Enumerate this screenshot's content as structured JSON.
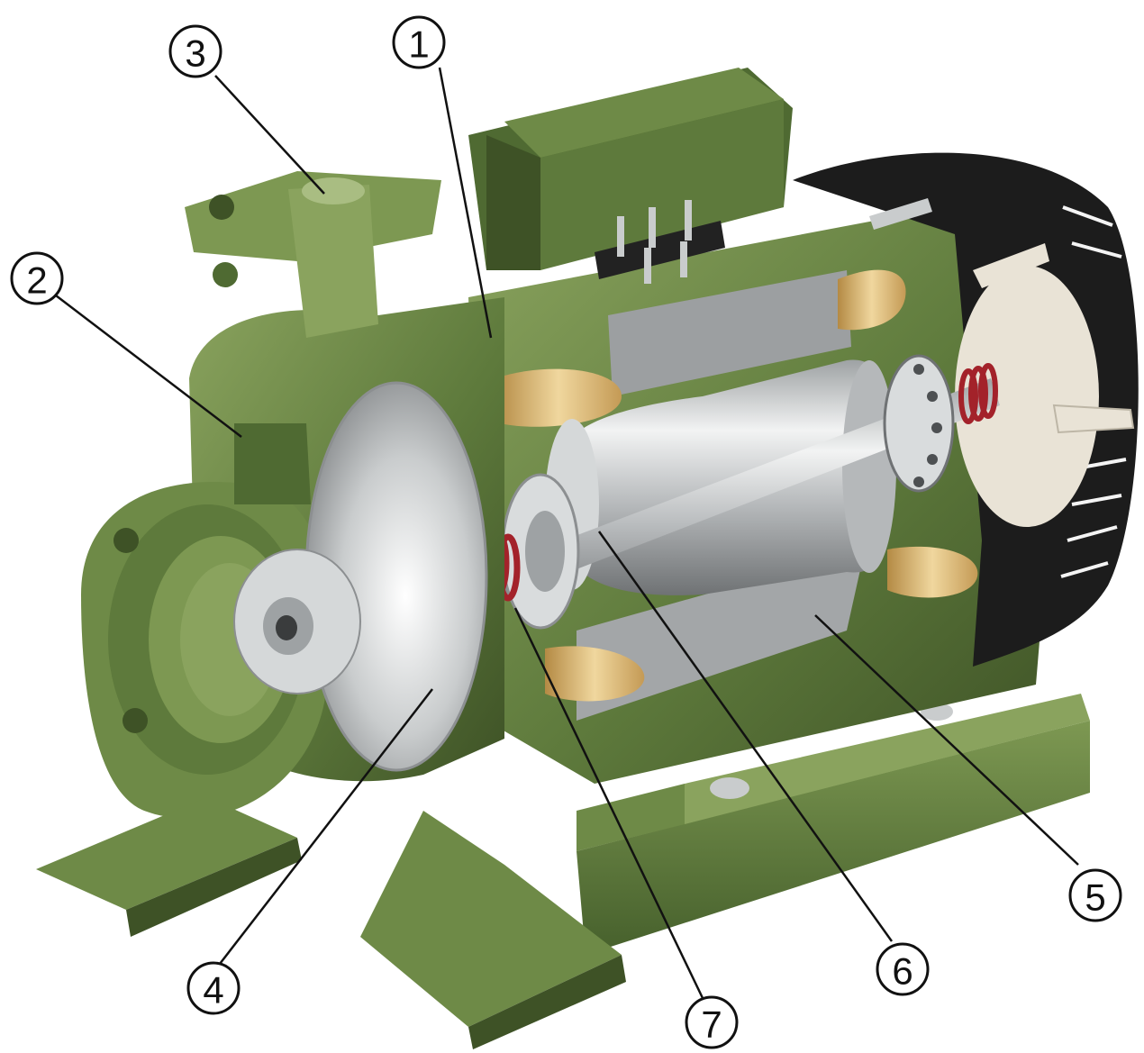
{
  "callouts": [
    {
      "id": "1",
      "label": "1"
    },
    {
      "id": "2",
      "label": "2"
    },
    {
      "id": "3",
      "label": "3"
    },
    {
      "id": "4",
      "label": "4"
    },
    {
      "id": "5",
      "label": "5"
    },
    {
      "id": "6",
      "label": "6"
    },
    {
      "id": "7",
      "label": "7"
    }
  ],
  "colors": {
    "casing": "#5e7a3c",
    "casing_light": "#8aa35e",
    "casing_dark": "#3e5226",
    "steel": "#c9cccd",
    "steel_dark": "#8c8f91",
    "winding": "#d9b877",
    "seal_red": "#a3222a",
    "fan_cover": "#1c1c1c",
    "fan_blade": "#e9e3d6"
  }
}
